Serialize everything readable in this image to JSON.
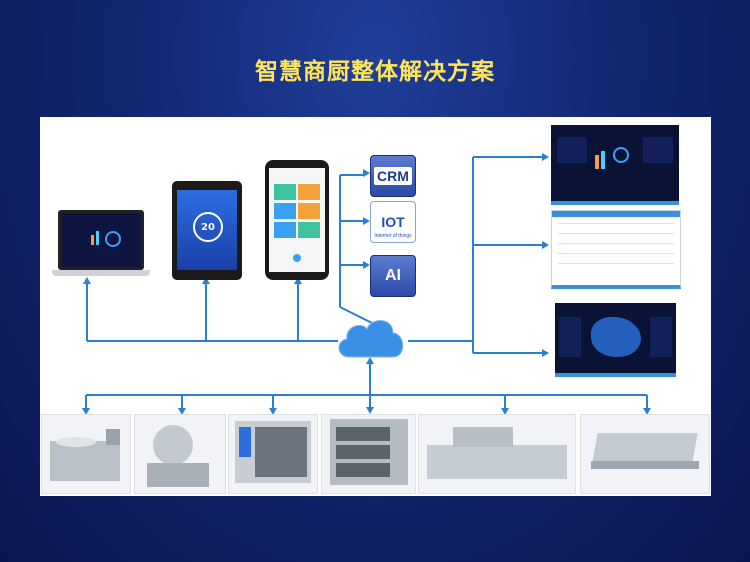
{
  "title": "智慧商厨整体解决方案",
  "services": {
    "crm": "CRM",
    "iot": "IOT",
    "iot_sub": "Internet of things",
    "ai": "AI"
  },
  "tablet_display": "20",
  "colors": {
    "background": "#122772",
    "title": "#ffe45a",
    "line": "#2a7fd4",
    "cloud": "#3b8fe6"
  }
}
